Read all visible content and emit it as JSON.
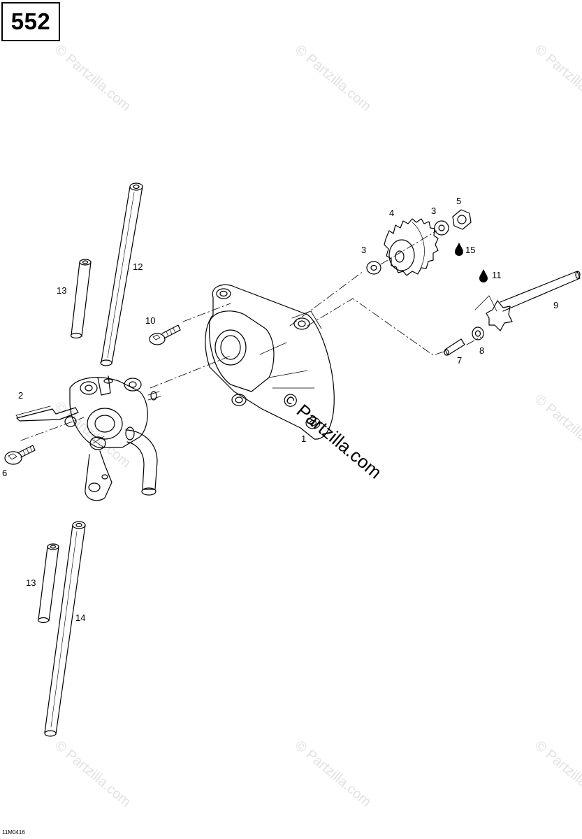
{
  "header": {
    "engine_label": "552"
  },
  "footer": {
    "ref_code": "11M0416"
  },
  "watermarks": {
    "faint": "© Partzilla.com",
    "main": "© Partzilla.com"
  },
  "callouts": {
    "c1": "1",
    "c2": "2",
    "c3a": "3",
    "c3b": "3",
    "c4": "4",
    "c5": "5",
    "c6": "6",
    "c7": "7",
    "c8": "8",
    "c9": "9",
    "c10": "10",
    "c11": "11",
    "c12": "12",
    "c13a": "13",
    "c13b": "13",
    "c14": "14",
    "c15": "15"
  },
  "icons": {
    "oil_drop": "oil-drop-icon"
  },
  "colors": {
    "line": "#000000",
    "watermark": "#e2e2e2",
    "background": "#ffffff"
  }
}
